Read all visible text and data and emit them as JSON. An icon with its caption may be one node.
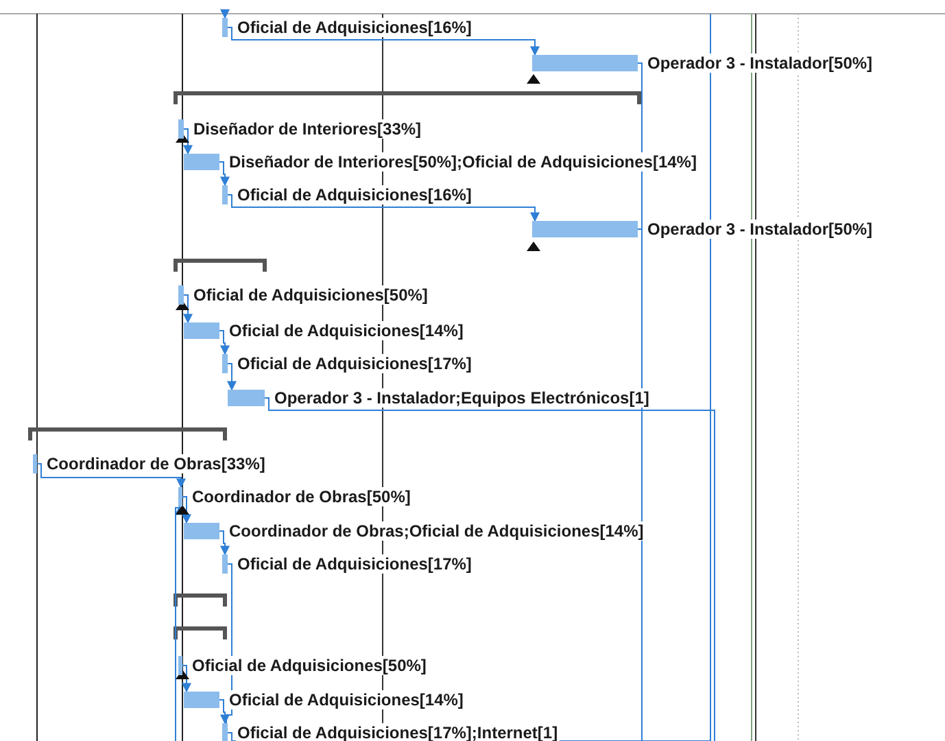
{
  "diagram": {
    "nodes": [
      {
        "text": [],
        "shape": "bar",
        "beside": [
          "Oficial de Adquisiciones[16%]"
        ]
      },
      {
        "text": [],
        "shape": "bar",
        "beside": [
          "Operador 3 - Instalador[50%]"
        ]
      },
      {
        "text": [],
        "shape": "bar",
        "beside": [
          "Diseñador de Interiores[33%]"
        ]
      },
      {
        "text": [],
        "shape": "bar",
        "beside": [
          "Diseñador de Interiores[50%];Oficial de Adquisiciones[14%]"
        ]
      },
      {
        "text": [],
        "shape": "bar",
        "beside": [
          "Oficial de Adquisiciones[16%]"
        ]
      },
      {
        "text": [],
        "shape": "bar",
        "beside": [
          "Operador 3 - Instalador[50%]"
        ]
      },
      {
        "text": [],
        "shape": "bar",
        "beside": [
          "Oficial de Adquisiciones[50%]"
        ]
      },
      {
        "text": [],
        "shape": "bar",
        "beside": [
          "Oficial de Adquisiciones[14%]"
        ]
      },
      {
        "text": [],
        "shape": "bar",
        "beside": [
          "Oficial de Adquisiciones[17%]"
        ]
      },
      {
        "text": [],
        "shape": "bar",
        "beside": [
          "Operador 3 - Instalador;Equipos Electrónicos[1]"
        ]
      },
      {
        "text": [],
        "shape": "bar",
        "beside": [
          "Coordinador de Obras[33%]"
        ]
      },
      {
        "text": [],
        "shape": "bar",
        "beside": [
          "Coordinador de Obras[50%]"
        ]
      },
      {
        "text": [],
        "shape": "bar",
        "beside": [
          "Coordinador de Obras;Oficial de Adquisiciones[14%]"
        ]
      },
      {
        "text": [],
        "shape": "bar",
        "beside": [
          "Oficial de Adquisiciones[17%]"
        ]
      },
      {
        "text": [],
        "shape": "bar",
        "beside": [
          "Oficial de Adquisiciones[50%]"
        ]
      },
      {
        "text": [],
        "shape": "bar",
        "beside": [
          "Oficial de Adquisiciones[14%]"
        ]
      },
      {
        "text": [],
        "shape": "bar",
        "beside": [
          "Oficial de Adquisiciones[17%];Internet[1]"
        ]
      }
    ],
    "edges": [
      {
        "from": null,
        "to": 0,
        "arrow": "to"
      },
      {
        "from": 0,
        "to": 1,
        "arrow": "to"
      },
      {
        "from": 1,
        "to": null,
        "arrow": "none"
      },
      {
        "from": 2,
        "to": 3,
        "arrow": "to"
      },
      {
        "from": 3,
        "to": 4,
        "arrow": "to"
      },
      {
        "from": 4,
        "to": 5,
        "arrow": "to"
      },
      {
        "from": 5,
        "to": null,
        "arrow": "none"
      },
      {
        "from": 6,
        "to": 7,
        "arrow": "to"
      },
      {
        "from": 7,
        "to": 8,
        "arrow": "to"
      },
      {
        "from": 8,
        "to": 9,
        "arrow": "to"
      },
      {
        "from": 9,
        "to": null,
        "arrow": "none"
      },
      {
        "from": 10,
        "to": 11,
        "arrow": "to"
      },
      {
        "from": null,
        "to": 11,
        "arrow": "to"
      },
      {
        "from": 11,
        "to": 12,
        "arrow": "to"
      },
      {
        "from": 12,
        "to": 13,
        "arrow": "to"
      },
      {
        "from": 13,
        "to": 16,
        "arrow": "none"
      },
      {
        "from": 14,
        "to": 15,
        "arrow": "to"
      },
      {
        "from": 15,
        "to": 16,
        "arrow": "to"
      },
      {
        "from": 16,
        "to": null,
        "arrow": "none"
      }
    ]
  }
}
